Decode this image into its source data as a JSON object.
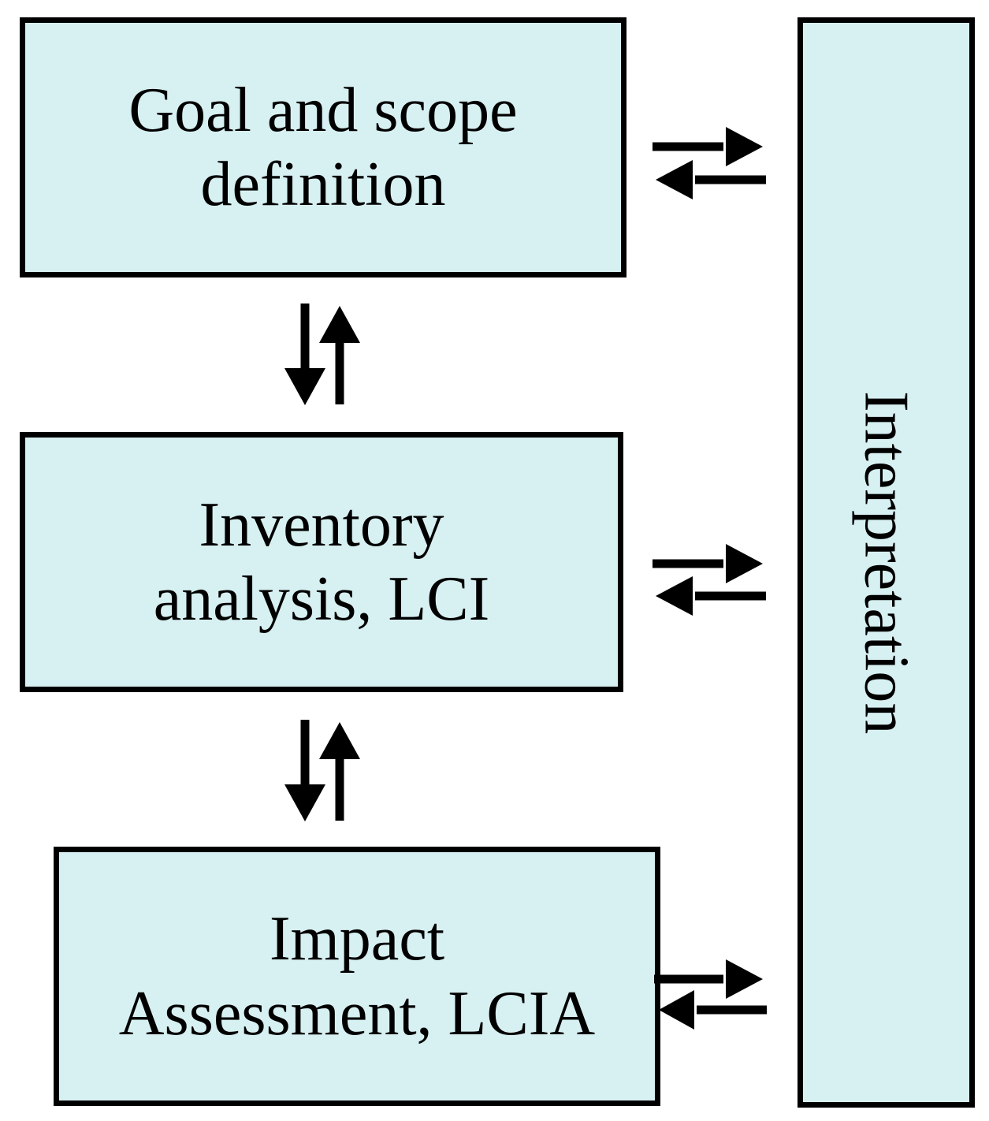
{
  "boxes": {
    "goal_scope": {
      "lines": [
        "Goal and scope",
        "definition"
      ]
    },
    "inventory": {
      "lines": [
        "Inventory",
        "analysis, LCI"
      ]
    },
    "impact": {
      "lines": [
        "Impact",
        "Assessment, LCIA"
      ]
    },
    "interpretation": {
      "label": "Interpretation"
    }
  },
  "connections": [
    {
      "from": "Goal and scope definition",
      "to": "Inventory analysis, LCI",
      "type": "bidirectional"
    },
    {
      "from": "Inventory analysis, LCI",
      "to": "Impact Assessment, LCIA",
      "type": "bidirectional"
    },
    {
      "from": "Goal and scope definition",
      "to": "Interpretation",
      "type": "bidirectional"
    },
    {
      "from": "Inventory analysis, LCI",
      "to": "Interpretation",
      "type": "bidirectional"
    },
    {
      "from": "Impact Assessment, LCIA",
      "to": "Interpretation",
      "type": "bidirectional"
    }
  ],
  "colors": {
    "box_fill": "#d7f0f2",
    "box_border": "#000000",
    "arrow": "#000000",
    "text": "#000000",
    "background": "#ffffff"
  }
}
